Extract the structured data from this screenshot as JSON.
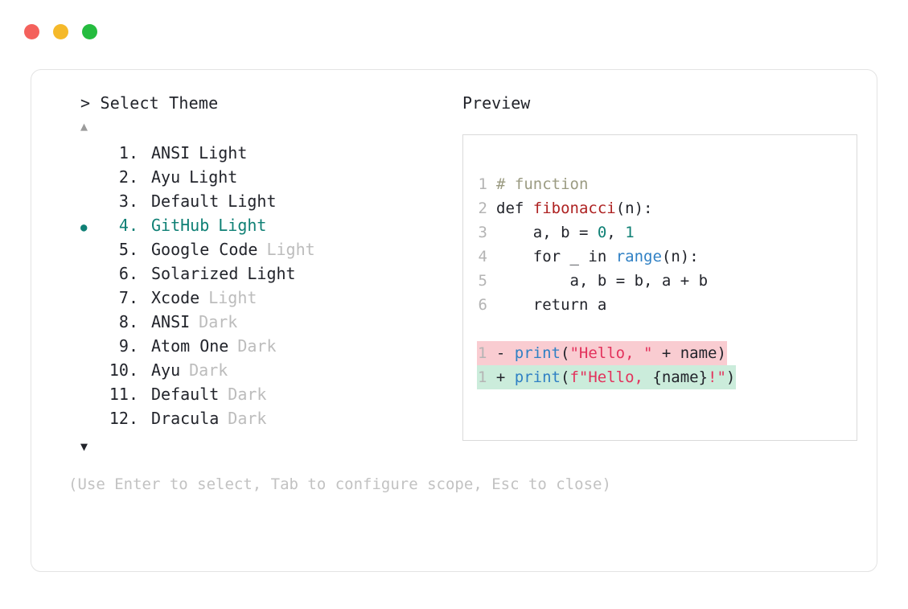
{
  "window": {
    "traffic_lights": [
      {
        "name": "close",
        "color": "#f4615c"
      },
      {
        "name": "minimize",
        "color": "#f5b92a"
      },
      {
        "name": "maximize",
        "color": "#25bc3f"
      }
    ]
  },
  "chooser": {
    "prompt": "> Select Theme",
    "scroll_up_icon": "▲",
    "scroll_down_icon": "▼",
    "selected_index": 4,
    "selected_bullet": "●",
    "items": [
      {
        "number": "1.",
        "name": "ANSI",
        "suffix": "Light",
        "suffix_muted": false,
        "selected": false
      },
      {
        "number": "2.",
        "name": "Ayu",
        "suffix": "Light",
        "suffix_muted": false,
        "selected": false
      },
      {
        "number": "3.",
        "name": "Default",
        "suffix": "Light",
        "suffix_muted": false,
        "selected": false
      },
      {
        "number": "4.",
        "name": "GitHub",
        "suffix": "Light",
        "suffix_muted": false,
        "selected": true
      },
      {
        "number": "5.",
        "name": "Google Code",
        "suffix": "Light",
        "suffix_muted": true,
        "selected": false
      },
      {
        "number": "6.",
        "name": "Solarized",
        "suffix": "Light",
        "suffix_muted": false,
        "selected": false
      },
      {
        "number": "7.",
        "name": "Xcode",
        "suffix": "Light",
        "suffix_muted": true,
        "selected": false
      },
      {
        "number": "8.",
        "name": "ANSI",
        "suffix": "Dark",
        "suffix_muted": true,
        "selected": false
      },
      {
        "number": "9.",
        "name": "Atom One",
        "suffix": "Dark",
        "suffix_muted": true,
        "selected": false
      },
      {
        "number": "10.",
        "name": "Ayu",
        "suffix": "Dark",
        "suffix_muted": true,
        "selected": false
      },
      {
        "number": "11.",
        "name": "Default",
        "suffix": "Dark",
        "suffix_muted": true,
        "selected": false
      },
      {
        "number": "12.",
        "name": "Dracula",
        "suffix": "Dark",
        "suffix_muted": true,
        "selected": false
      }
    ]
  },
  "preview": {
    "label": "Preview",
    "code_lines": [
      {
        "gutter": "1",
        "tokens": [
          {
            "text": "# function",
            "type": "comment"
          }
        ]
      },
      {
        "gutter": "2",
        "tokens": [
          {
            "text": "def ",
            "type": "keyword"
          },
          {
            "text": "fibonacci",
            "type": "func"
          },
          {
            "text": "(n):",
            "type": "plain"
          }
        ]
      },
      {
        "gutter": "3",
        "tokens": [
          {
            "text": "    a, b = ",
            "type": "plain"
          },
          {
            "text": "0",
            "type": "number"
          },
          {
            "text": ", ",
            "type": "plain"
          },
          {
            "text": "1",
            "type": "number"
          }
        ]
      },
      {
        "gutter": "4",
        "tokens": [
          {
            "text": "    for _ in ",
            "type": "plain"
          },
          {
            "text": "range",
            "type": "builtin"
          },
          {
            "text": "(n):",
            "type": "plain"
          }
        ]
      },
      {
        "gutter": "5",
        "tokens": [
          {
            "text": "        a, b = b, a + b",
            "type": "plain"
          }
        ]
      },
      {
        "gutter": "6",
        "tokens": [
          {
            "text": "    return a",
            "type": "plain"
          }
        ]
      }
    ],
    "diff_lines": [
      {
        "gutter": "1",
        "sign": "-",
        "kind": "removed",
        "tokens": [
          {
            "text": "print",
            "type": "builtin"
          },
          {
            "text": "(",
            "type": "plain"
          },
          {
            "text": "\"Hello, \"",
            "type": "string"
          },
          {
            "text": " + name)",
            "type": "plain"
          }
        ]
      },
      {
        "gutter": "1",
        "sign": "+",
        "kind": "added",
        "tokens": [
          {
            "text": "print",
            "type": "builtin"
          },
          {
            "text": "(",
            "type": "plain"
          },
          {
            "text": "f\"Hello, ",
            "type": "string"
          },
          {
            "text": "{name}",
            "type": "plain"
          },
          {
            "text": "!\"",
            "type": "string"
          },
          {
            "text": ")",
            "type": "plain"
          }
        ]
      }
    ]
  },
  "footer": {
    "hint": "(Use Enter to select, Tab to configure scope, Esc to close)"
  },
  "colors": {
    "accent_teal": "#0f8075",
    "text": "#22242b",
    "muted": "#bcbcbc",
    "diff_removed_bg": "#f9ccd1",
    "diff_added_bg": "#cbecdb",
    "card_border": "#e3e3e3",
    "preview_border": "#dadada"
  }
}
